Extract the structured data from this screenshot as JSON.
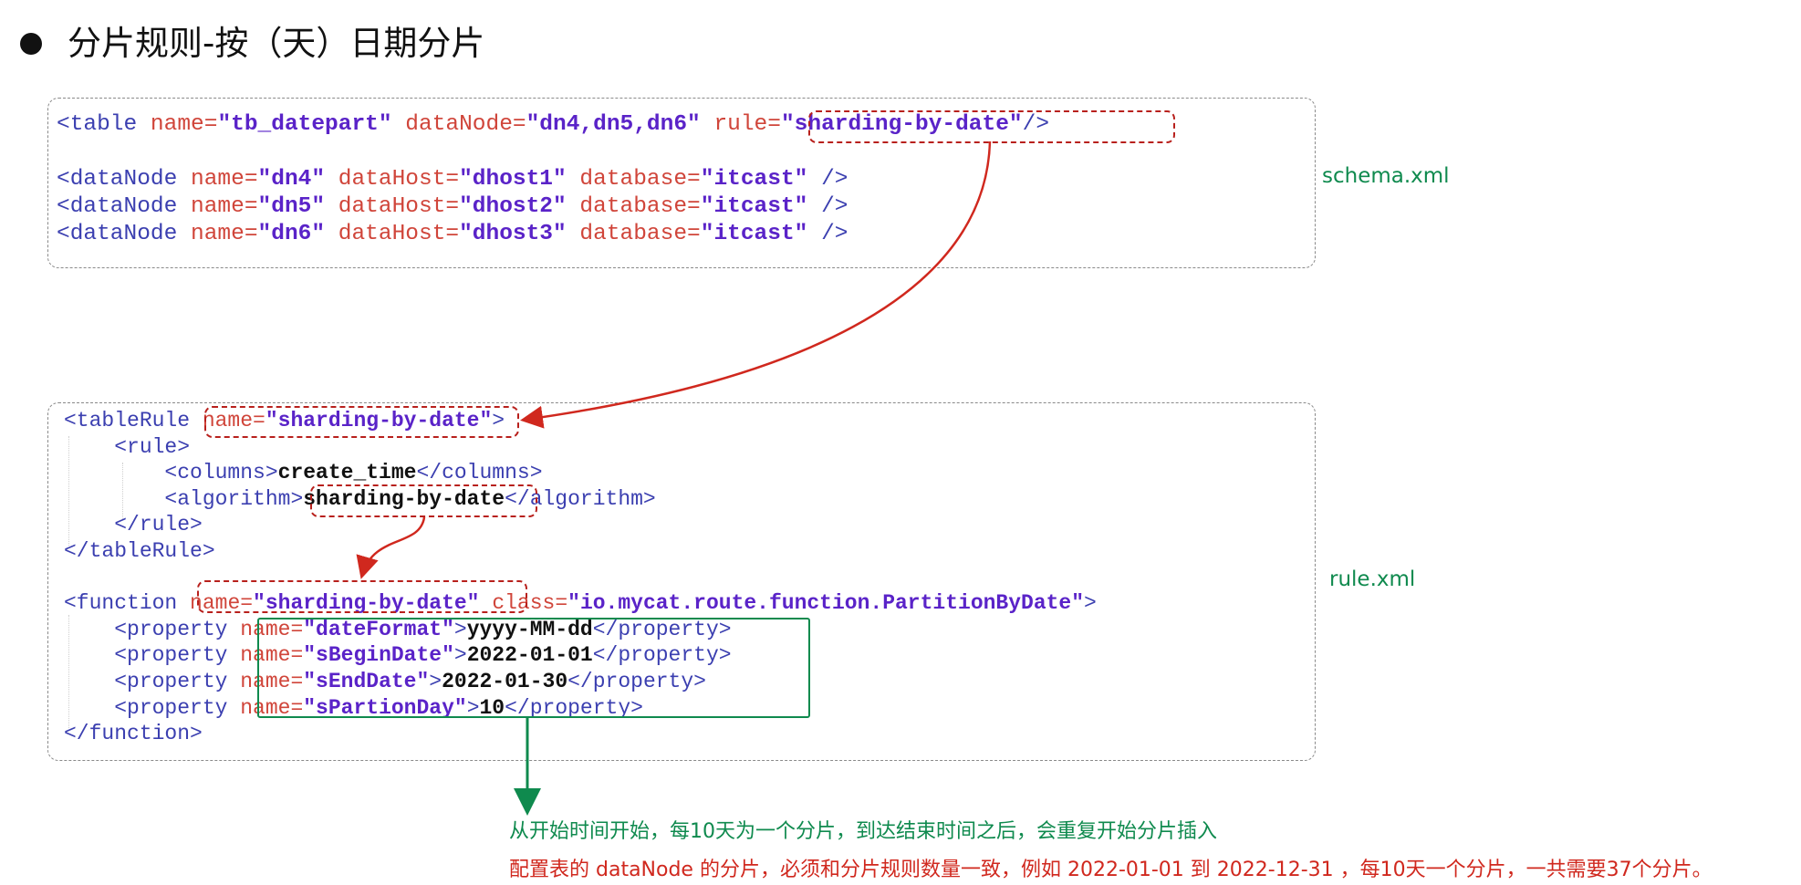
{
  "title": "分片规则-按（天）日期分片",
  "schema_label": "schema.xml",
  "rule_label": "rule.xml",
  "schema_lines": [
    [
      [
        "t",
        "<table "
      ],
      [
        "a",
        "name="
      ],
      [
        "v",
        "\"tb_datepart\""
      ],
      [
        "t",
        " "
      ],
      [
        "a",
        "dataNode="
      ],
      [
        "v",
        "\"dn4,dn5,dn6\""
      ],
      [
        "t",
        " "
      ],
      [
        "a",
        "rule="
      ],
      [
        "v",
        "\"sharding-by-date\""
      ],
      [
        "t",
        "/>"
      ]
    ],
    [],
    [
      [
        "t",
        "<dataNode "
      ],
      [
        "a",
        "name="
      ],
      [
        "v",
        "\"dn4\""
      ],
      [
        "t",
        " "
      ],
      [
        "a",
        "dataHost="
      ],
      [
        "v",
        "\"dhost1\""
      ],
      [
        "t",
        " "
      ],
      [
        "a",
        "database="
      ],
      [
        "v",
        "\"itcast\""
      ],
      [
        "t",
        " />"
      ]
    ],
    [
      [
        "t",
        "<dataNode "
      ],
      [
        "a",
        "name="
      ],
      [
        "v",
        "\"dn5\""
      ],
      [
        "t",
        " "
      ],
      [
        "a",
        "dataHost="
      ],
      [
        "v",
        "\"dhost2\""
      ],
      [
        "t",
        " "
      ],
      [
        "a",
        "database="
      ],
      [
        "v",
        "\"itcast\""
      ],
      [
        "t",
        " />"
      ]
    ],
    [
      [
        "t",
        "<dataNode "
      ],
      [
        "a",
        "name="
      ],
      [
        "v",
        "\"dn6\""
      ],
      [
        "t",
        " "
      ],
      [
        "a",
        "dataHost="
      ],
      [
        "v",
        "\"dhost3\""
      ],
      [
        "t",
        " "
      ],
      [
        "a",
        "database="
      ],
      [
        "v",
        "\"itcast\""
      ],
      [
        "t",
        " />"
      ]
    ]
  ],
  "rule_lines": [
    [
      [
        "t",
        "<tableRule "
      ],
      [
        "a",
        "name="
      ],
      [
        "v",
        "\"sharding-by-date\""
      ],
      [
        "t",
        ">"
      ]
    ],
    [
      [
        "t",
        "    <rule>"
      ]
    ],
    [
      [
        "t",
        "        <columns>"
      ],
      [
        "b",
        "create_time"
      ],
      [
        "t",
        "</columns>"
      ]
    ],
    [
      [
        "t",
        "        <algorithm>"
      ],
      [
        "b",
        "sharding-by-date"
      ],
      [
        "t",
        "</algorithm>"
      ]
    ],
    [
      [
        "t",
        "    </rule>"
      ]
    ],
    [
      [
        "t",
        "</tableRule>"
      ]
    ],
    [],
    [
      [
        "t",
        "<function "
      ],
      [
        "a",
        "name="
      ],
      [
        "v",
        "\"sharding-by-date\""
      ],
      [
        "t",
        " "
      ],
      [
        "a",
        "class="
      ],
      [
        "v",
        "\"io.mycat.route.function.PartitionByDate\""
      ],
      [
        "t",
        ">"
      ]
    ],
    [
      [
        "t",
        "    <property "
      ],
      [
        "a",
        "name="
      ],
      [
        "v",
        "\"dateFormat\""
      ],
      [
        "t",
        ">"
      ],
      [
        "b",
        "yyyy-MM-dd"
      ],
      [
        "t",
        "</property>"
      ]
    ],
    [
      [
        "t",
        "    <property "
      ],
      [
        "a",
        "name="
      ],
      [
        "v",
        "\"sBeginDate\""
      ],
      [
        "t",
        ">"
      ],
      [
        "b",
        "2022-01-01"
      ],
      [
        "t",
        "</property>"
      ]
    ],
    [
      [
        "t",
        "    <property "
      ],
      [
        "a",
        "name="
      ],
      [
        "v",
        "\"sEndDate\""
      ],
      [
        "t",
        ">"
      ],
      [
        "b",
        "2022-01-30"
      ],
      [
        "t",
        "</property>"
      ]
    ],
    [
      [
        "t",
        "    <property "
      ],
      [
        "a",
        "name="
      ],
      [
        "v",
        "\"sPartionDay\""
      ],
      [
        "t",
        ">"
      ],
      [
        "b",
        "10"
      ],
      [
        "t",
        "</property>"
      ]
    ],
    [
      [
        "t",
        "</function>"
      ]
    ]
  ],
  "note_green": "从开始时间开始，每10天为一个分片，到达结束时间之后，会重复开始分片插入",
  "note_red": "配置表的 dataNode 的分片，必须和分片规则数量一致，例如 2022-01-01 到 2022-12-31 ，每10天一个分片，一共需要37个分片。",
  "colors": {
    "tag": "#3b3fb0",
    "attribute": "#d0453a",
    "value": "#5a23c8",
    "highlight_red": "#b8201c",
    "highlight_green": "#0f8a4e"
  }
}
